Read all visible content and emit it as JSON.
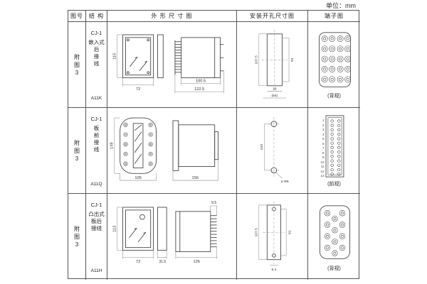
{
  "unit_label": "单位：mm",
  "headers": {
    "figure": "图号",
    "structure": "结 构",
    "outline": "外 形 尺 寸 图",
    "mounting": "安装开孔尺寸图",
    "terminal": "端子图"
  },
  "rows": [
    {
      "figure": "附\n图\n3",
      "model_series": "CJ-1",
      "structure": "嵌入式\n后\n接\n线",
      "model": "A11K",
      "outline": {
        "h": "115",
        "w": "72",
        "d1": "100.5",
        "d2": "122.5"
      },
      "mounting": {
        "h": "107.5",
        "h2": "91",
        "w1": "16",
        "w2": "(64)"
      },
      "terminal": {
        "view": "(背视)"
      }
    },
    {
      "figure": "附\n图\n3",
      "model_series": "CJ-1",
      "structure": "板\n前\n接\n线",
      "model": "A11Q",
      "outline": {
        "h": "149",
        "w": "105",
        "d": "156"
      },
      "mounting": {
        "pitch": "133",
        "hole": "2-Φ5"
      },
      "terminal": {
        "view": "(前视)",
        "numbers": "1\n2\n3\n4\n5\n6\n7\n8\n9\n10\n11\n12\n13"
      }
    },
    {
      "figure": "附\n图\n3",
      "model_series": "CJ-1",
      "structure": "凸出式\n板后\n接线",
      "model": "A11H",
      "outline": {
        "h": "113",
        "w": "72",
        "w2": "31.5",
        "stud": "9.5",
        "d": "126"
      },
      "mounting": {
        "h": "107.5",
        "h2": "91",
        "w": "6.4"
      },
      "terminal": {
        "view": "(背视)"
      }
    }
  ]
}
